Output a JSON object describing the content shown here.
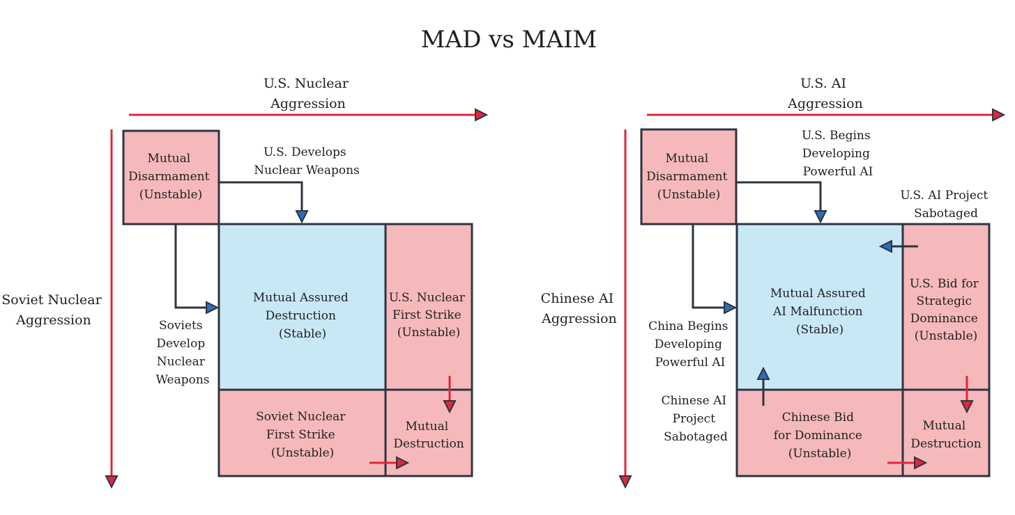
{
  "title": "MAD vs MAIM",
  "colors": {
    "pink": "#f6b9bb",
    "blue": "#c9e8f6",
    "stroke": "#2e3440",
    "red": "#e0263a",
    "arrow_blue": "#2f6db5"
  },
  "mad": {
    "x_axis_label": [
      "U.S. Nuclear",
      "Aggression"
    ],
    "y_axis_label": [
      "Soviet Nuclear",
      "Aggression"
    ],
    "cells": {
      "disarmament": [
        "Mutual",
        "Disarmament",
        "(Unstable)"
      ],
      "center": [
        "Mutual Assured",
        "Destruction",
        "(Stable)"
      ],
      "right": [
        "U.S. Nuclear",
        "First Strike",
        "(Unstable)"
      ],
      "bottom": [
        "Soviet Nuclear",
        "First Strike",
        "(Unstable)"
      ],
      "corner": [
        "Mutual",
        "Destruction"
      ]
    },
    "top_arrow_label": [
      "U.S. Develops",
      "Nuclear Weapons"
    ],
    "side_arrow_label": [
      "Soviets",
      "Develop",
      "Nuclear",
      "Weapons"
    ]
  },
  "maim": {
    "x_axis_label": [
      "U.S. AI",
      "Aggression"
    ],
    "y_axis_label": [
      "Chinese AI",
      "Aggression"
    ],
    "cells": {
      "disarmament": [
        "Mutual",
        "Disarmament",
        "(Unstable)"
      ],
      "center": [
        "Mutual Assured",
        "AI Malfunction",
        "(Stable)"
      ],
      "right": [
        "U.S. Bid for",
        "Strategic",
        "Dominance",
        "(Unstable)"
      ],
      "bottom": [
        "Chinese Bid",
        "for Dominance",
        "(Unstable)"
      ],
      "corner": [
        "Mutual",
        "Destruction"
      ]
    },
    "top_arrow_label": [
      "U.S. Begins",
      "Developing",
      "Powerful AI"
    ],
    "side_arrow_label": [
      "China Begins",
      "Developing",
      "Powerful AI"
    ],
    "sabotage_us_label": [
      "U.S. AI Project",
      "Sabotaged"
    ],
    "sabotage_cn_label": [
      "Chinese AI",
      "Project",
      "Sabotaged"
    ]
  }
}
